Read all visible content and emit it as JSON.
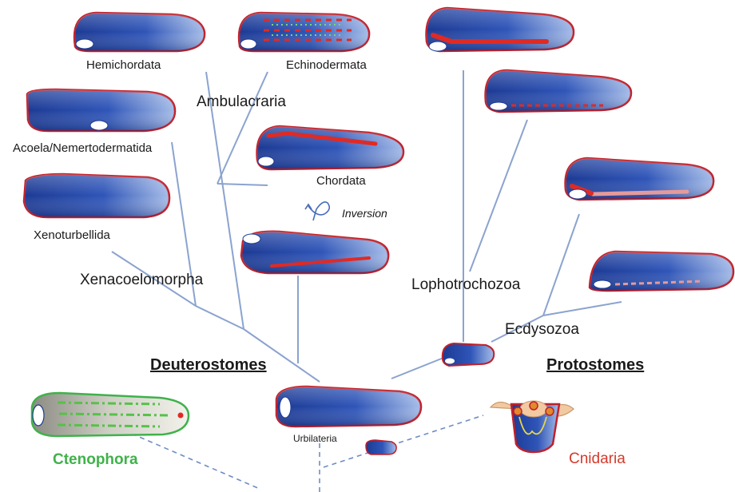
{
  "labels": {
    "hemichordata": "Hemichordata",
    "echinodermata": "Echinodermata",
    "ambulacraria": "Ambulacraria",
    "acoela": "Acoela/Nemertodermatida",
    "chordata": "Chordata",
    "inversion": "Inversion",
    "xenoturbellida": "Xenoturbellida",
    "xenacoelomorpha": "Xenacoelomorpha",
    "lophotrochozoa": "Lophotrochozoa",
    "ecdysozoa": "Ecdysozoa",
    "deuterostomes": "Deuterostomes",
    "protostomes": "Protostomes",
    "urbilateria": "Urbilateria",
    "ctenophora": "Ctenophora",
    "cnidaria": "Cnidaria"
  },
  "colors": {
    "body_blue_dark": "#1f3c96",
    "body_blue_light": "#9fb8e6",
    "outline_red": "#c0202a",
    "nerve_red": "#e02a24",
    "nerve_pink": "#e59a9a",
    "branch": "#8ba3cf",
    "ctenophora_green": "#3fb24a",
    "cnidaria_red": "#d63a2a"
  }
}
